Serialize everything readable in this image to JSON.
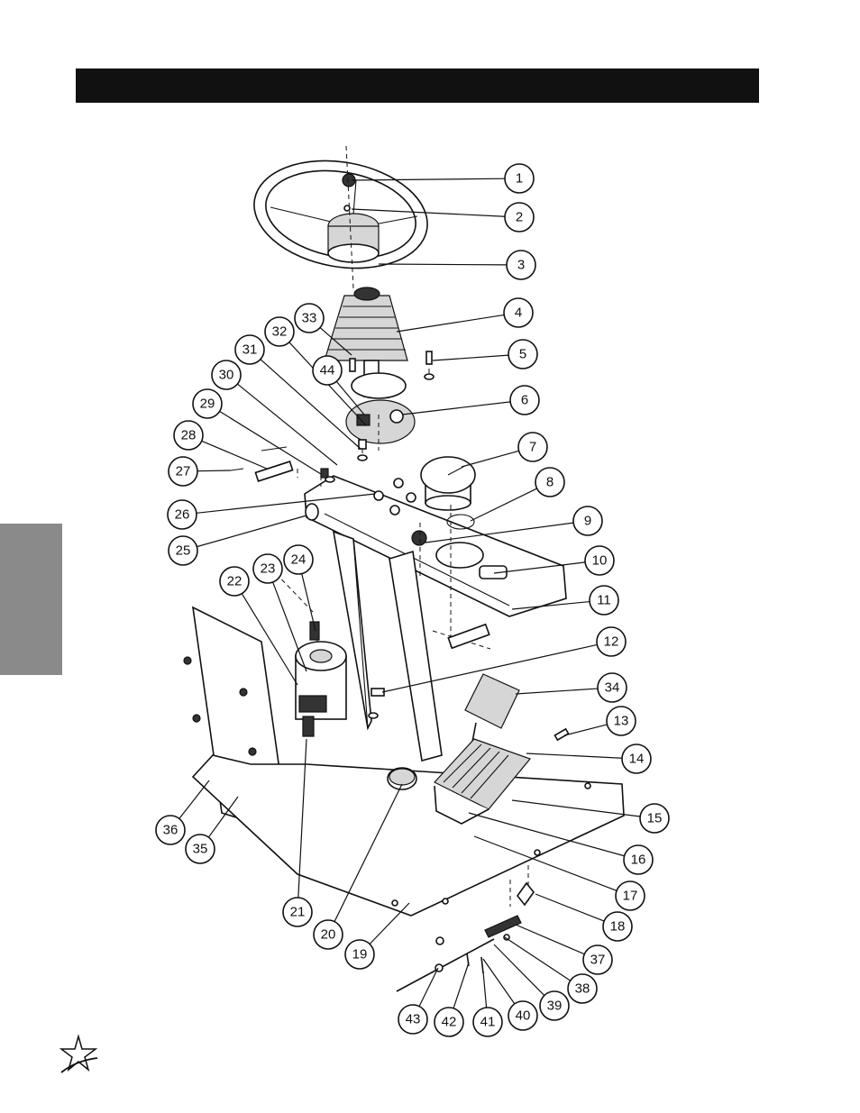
{
  "header": {
    "title": ""
  },
  "side_tab": {
    "label": ""
  },
  "diagram": {
    "callouts": [
      {
        "n": "1"
      },
      {
        "n": "2"
      },
      {
        "n": "3"
      },
      {
        "n": "4"
      },
      {
        "n": "5"
      },
      {
        "n": "6"
      },
      {
        "n": "7"
      },
      {
        "n": "8"
      },
      {
        "n": "9"
      },
      {
        "n": "10"
      },
      {
        "n": "11"
      },
      {
        "n": "12"
      },
      {
        "n": "13"
      },
      {
        "n": "14"
      },
      {
        "n": "15"
      },
      {
        "n": "16"
      },
      {
        "n": "17"
      },
      {
        "n": "18"
      },
      {
        "n": "19"
      },
      {
        "n": "20"
      },
      {
        "n": "21"
      },
      {
        "n": "22"
      },
      {
        "n": "23"
      },
      {
        "n": "24"
      },
      {
        "n": "25"
      },
      {
        "n": "26"
      },
      {
        "n": "27"
      },
      {
        "n": "28"
      },
      {
        "n": "29"
      },
      {
        "n": "30"
      },
      {
        "n": "31"
      },
      {
        "n": "32"
      },
      {
        "n": "33"
      },
      {
        "n": "34"
      },
      {
        "n": "35"
      },
      {
        "n": "36"
      },
      {
        "n": "37"
      },
      {
        "n": "38"
      },
      {
        "n": "39"
      },
      {
        "n": "40"
      },
      {
        "n": "41"
      },
      {
        "n": "42"
      },
      {
        "n": "43"
      },
      {
        "n": "44"
      }
    ]
  },
  "logo": {
    "icon": "star-swoosh-logo-icon"
  }
}
